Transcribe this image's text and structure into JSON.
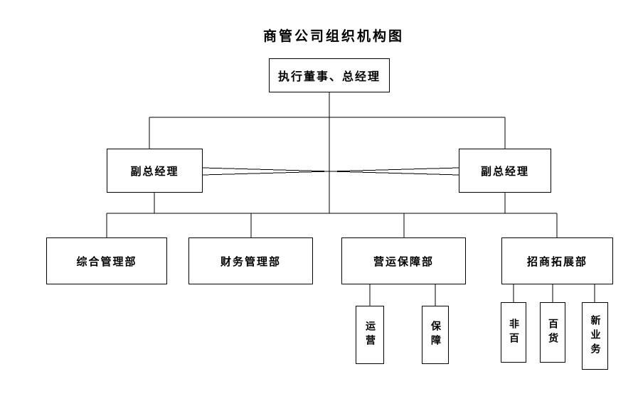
{
  "title": "商管公司组织机构图",
  "chart": {
    "root": {
      "label": "执行董事、总经理"
    },
    "deputies": [
      {
        "label": "副总经理"
      },
      {
        "label": "副总经理"
      }
    ],
    "departments": [
      {
        "label": "综合管理部"
      },
      {
        "label": "财务管理部"
      },
      {
        "label": "营运保障部"
      },
      {
        "label": "招商拓展部"
      }
    ],
    "operations_subunits": [
      {
        "label": "运营"
      },
      {
        "label": "保障"
      }
    ],
    "investment_subunits": [
      {
        "label": "非百"
      },
      {
        "label": "百货"
      },
      {
        "label": "新业务"
      }
    ]
  },
  "colors": {
    "line": "#000000",
    "text": "#000000",
    "background": "#ffffff"
  }
}
